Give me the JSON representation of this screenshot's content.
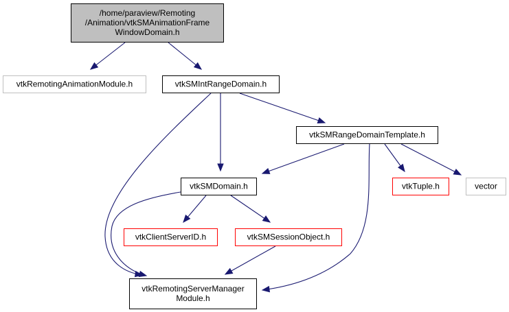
{
  "diagram": {
    "type": "include-dependency-graph",
    "colors": {
      "edge": "#191970",
      "root_fill": "#bfbfbf",
      "root_border": "#000000",
      "documented_border": "#000000",
      "undocumented_border": "#ff0000",
      "external_border": "#bfbfbf",
      "node_fill": "#ffffff"
    },
    "nodes": [
      {
        "id": "root",
        "kind": "root",
        "lines": [
          "/home/paraview/Remoting",
          "/Animation/vtkSMAnimationFrame",
          "WindowDomain.h"
        ]
      },
      {
        "id": "animmod",
        "kind": "external",
        "lines": [
          "vtkRemotingAnimationModule.h"
        ]
      },
      {
        "id": "intrange",
        "kind": "documented",
        "lines": [
          "vtkSMIntRangeDomain.h"
        ]
      },
      {
        "id": "rangetmpl",
        "kind": "documented",
        "lines": [
          "vtkSMRangeDomainTemplate.h"
        ]
      },
      {
        "id": "smdomain",
        "kind": "documented",
        "lines": [
          "vtkSMDomain.h"
        ]
      },
      {
        "id": "tuple",
        "kind": "undocumented",
        "lines": [
          "vtkTuple.h"
        ]
      },
      {
        "id": "vector",
        "kind": "external",
        "lines": [
          "vector"
        ]
      },
      {
        "id": "csid",
        "kind": "undocumented",
        "lines": [
          "vtkClientServerID.h"
        ]
      },
      {
        "id": "session",
        "kind": "undocumented",
        "lines": [
          "vtkSMSessionObject.h"
        ]
      },
      {
        "id": "srvmgr",
        "kind": "documented",
        "lines": [
          "vtkRemotingServerManager",
          "Module.h"
        ]
      }
    ],
    "edges": [
      {
        "from": "root",
        "to": "animmod"
      },
      {
        "from": "root",
        "to": "intrange"
      },
      {
        "from": "intrange",
        "to": "srvmgr"
      },
      {
        "from": "intrange",
        "to": "smdomain"
      },
      {
        "from": "intrange",
        "to": "rangetmpl"
      },
      {
        "from": "rangetmpl",
        "to": "smdomain"
      },
      {
        "from": "rangetmpl",
        "to": "tuple"
      },
      {
        "from": "rangetmpl",
        "to": "vector"
      },
      {
        "from": "rangetmpl",
        "to": "srvmgr"
      },
      {
        "from": "smdomain",
        "to": "srvmgr"
      },
      {
        "from": "smdomain",
        "to": "csid"
      },
      {
        "from": "smdomain",
        "to": "session"
      },
      {
        "from": "session",
        "to": "srvmgr"
      }
    ]
  }
}
